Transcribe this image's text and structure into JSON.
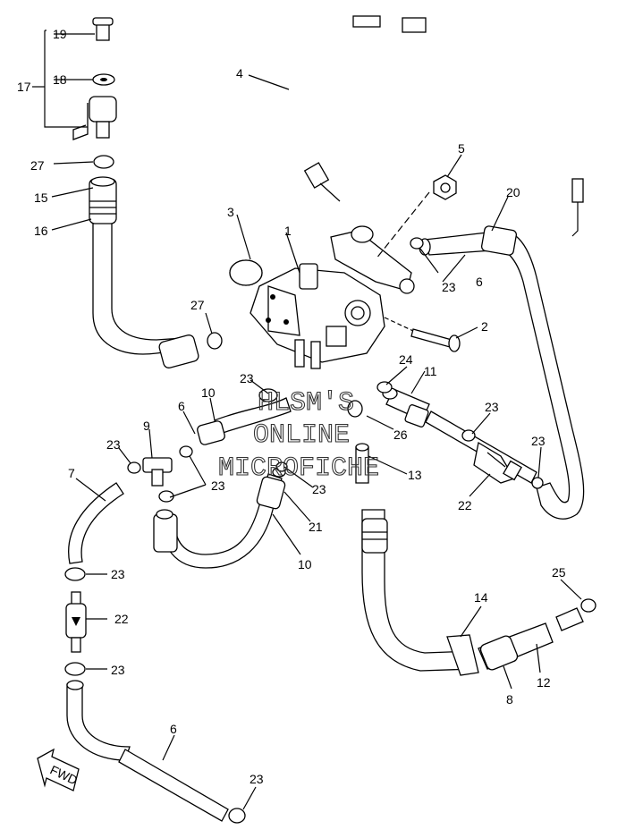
{
  "callouts": {
    "c1": "1",
    "c2": "2",
    "c3": "3",
    "c4": "4",
    "c5": "5",
    "c6a": "6",
    "c6b": "6",
    "c6c": "6",
    "c7": "7",
    "c8": "8",
    "c9": "9",
    "c10a": "10",
    "c10b": "10",
    "c11": "11",
    "c12": "12",
    "c13": "13",
    "c14": "14",
    "c15": "15",
    "c16": "16",
    "c17": "17",
    "c18": "18",
    "c19": "19",
    "c20": "20",
    "c21": "21",
    "c22a": "22",
    "c22b": "22",
    "c23a": "23",
    "c23b": "23",
    "c23c": "23",
    "c23d": "23",
    "c23e": "23",
    "c23f": "23",
    "c23g": "23",
    "c23h": "23",
    "c23i": "23",
    "c23j": "23",
    "c24": "24",
    "c25": "25",
    "c26": "26",
    "c27a": "27",
    "c27b": "27"
  },
  "watermark": {
    "line1": "HLSM'S",
    "line2": "ONLINE",
    "line3": "MICROFICHE"
  },
  "fwd_label": "FWD",
  "icons": {
    "fwd_arrow": "fwd-arrow-icon"
  }
}
